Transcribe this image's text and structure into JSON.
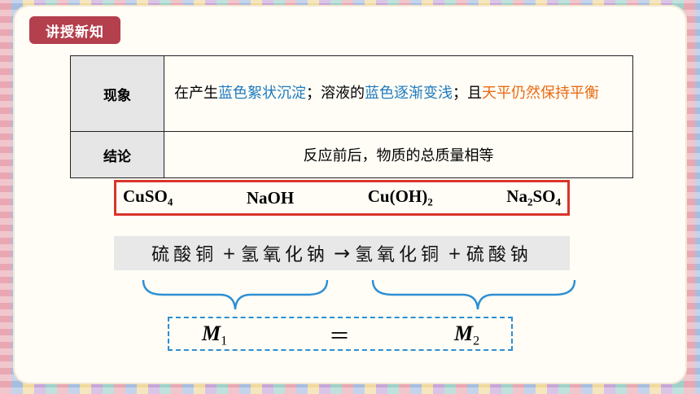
{
  "badge": {
    "label": "讲授新知"
  },
  "table": {
    "row1": {
      "header": "现象",
      "segments": [
        {
          "text": "在产生",
          "color": "black"
        },
        {
          "text": "蓝色絮状沉淀",
          "color": "blue"
        },
        {
          "text": "；溶液的",
          "color": "black"
        },
        {
          "text": "蓝色逐渐变浅",
          "color": "blue"
        },
        {
          "text": "；且",
          "color": "black"
        },
        {
          "text": "天平仍然保持平衡",
          "color": "orange"
        }
      ]
    },
    "row2": {
      "header": "结论",
      "content": "反应前后，物质的总质量相等"
    }
  },
  "formula": {
    "f1": {
      "base": "CuSO",
      "sub": "4"
    },
    "f2": {
      "text": "NaOH"
    },
    "f3": {
      "base": "Cu(OH)",
      "sub": "2"
    },
    "f4": {
      "pre": "Na",
      "sub1": "2",
      "mid": "SO",
      "sub2": "4"
    }
  },
  "names": {
    "n1": "硫酸铜",
    "plus1": "+",
    "n2": "氢氧化钠",
    "arrow": "→",
    "n3": "氢氧化铜",
    "plus2": "+",
    "n4": "硫酸钠"
  },
  "mass": {
    "m1": "M",
    "m1_sub": "1",
    "eq": "＝",
    "m2": "M",
    "m2_sub": "2"
  },
  "colors": {
    "badge": "#b43f4d",
    "blue": "#1d7bc0",
    "orange": "#ea6a12",
    "formula_border": "#d9342b",
    "dashed_border": "#2e8fd3"
  }
}
